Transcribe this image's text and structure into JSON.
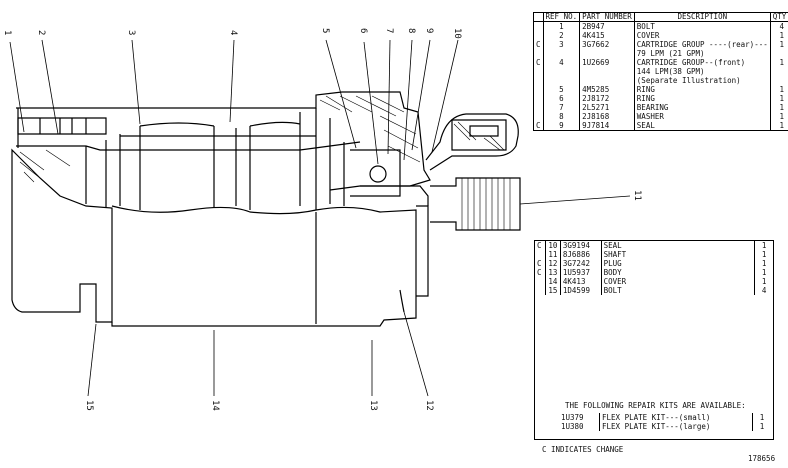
{
  "callouts": {
    "c1": "1",
    "c2": "2",
    "c3": "3",
    "c4": "4",
    "c5": "5",
    "c6": "6",
    "c7": "7",
    "c8": "8",
    "c9": "9",
    "c10": "10",
    "c11": "11",
    "c12": "12",
    "c13": "13",
    "c14": "14",
    "c15": "15"
  },
  "table1": {
    "headers": {
      "c": "",
      "ref": "REF NO.",
      "pn": "PART NUMBER",
      "desc": "DESCRIPTION",
      "qty": "QTY."
    },
    "rows": [
      {
        "c": "",
        "ref": "1",
        "pn": "2B947",
        "desc": "BOLT",
        "qty": "4"
      },
      {
        "c": "",
        "ref": "2",
        "pn": "4K415",
        "desc": "COVER",
        "qty": "1"
      },
      {
        "c": "C",
        "ref": "3",
        "pn": "3G7662",
        "desc": "CARTRIDGE GROUP ----(rear)---",
        "qty": "1"
      },
      {
        "c": "",
        "ref": "",
        "pn": "",
        "desc": "79 LPM (21 GPM)",
        "qty": ""
      },
      {
        "c": "C",
        "ref": "4",
        "pn": "1U2669",
        "desc": "CARTRIDGE GROUP--(front)",
        "qty": "1"
      },
      {
        "c": "",
        "ref": "",
        "pn": "",
        "desc": "144 LPM(38 GPM)",
        "qty": ""
      },
      {
        "c": "",
        "ref": "",
        "pn": "",
        "desc": "(Separate Illustration)",
        "qty": ""
      },
      {
        "c": "",
        "ref": "5",
        "pn": "4M5285",
        "desc": "RING",
        "qty": "1"
      },
      {
        "c": "",
        "ref": "6",
        "pn": "2J8172",
        "desc": "RING",
        "qty": "1"
      },
      {
        "c": "",
        "ref": "7",
        "pn": "2L5271",
        "desc": "BEARING",
        "qty": "1"
      },
      {
        "c": "",
        "ref": "8",
        "pn": "2J8168",
        "desc": "WASHER",
        "qty": "1"
      },
      {
        "c": "C",
        "ref": "9",
        "pn": "9J7814",
        "desc": "SEAL",
        "qty": "1"
      }
    ]
  },
  "table2": {
    "rows": [
      {
        "c": "C",
        "ref": "10",
        "pn": "3G9194",
        "desc": "SEAL",
        "qty": "1"
      },
      {
        "c": "",
        "ref": "11",
        "pn": "8J6886",
        "desc": "SHAFT",
        "qty": "1"
      },
      {
        "c": "C",
        "ref": "12",
        "pn": "3G7242",
        "desc": "PLUG",
        "qty": "1"
      },
      {
        "c": "C",
        "ref": "13",
        "pn": "1U5937",
        "desc": "BODY",
        "qty": "1"
      },
      {
        "c": "",
        "ref": "14",
        "pn": "4K413",
        "desc": "COVER",
        "qty": "1"
      },
      {
        "c": "",
        "ref": "15",
        "pn": "1D4599",
        "desc": "BOLT",
        "qty": "4"
      }
    ],
    "kits_heading": "THE FOLLOWING REPAIR KITS ARE AVAILABLE:",
    "kits": [
      {
        "pn": "1U379",
        "desc": "FLEX PLATE KIT---(small)",
        "qty": "1"
      },
      {
        "pn": "1U380",
        "desc": "FLEX PLATE KIT---(large)",
        "qty": "1"
      }
    ]
  },
  "footer": {
    "change_note": "C INDICATES CHANGE",
    "drawing_number": "178656"
  }
}
